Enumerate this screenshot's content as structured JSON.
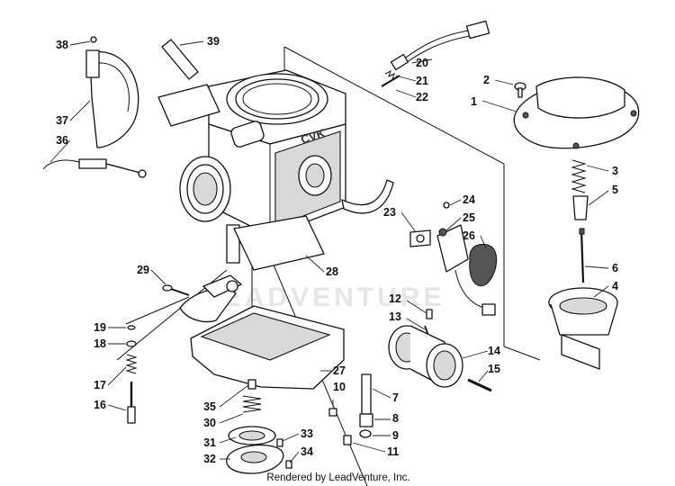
{
  "diagram": {
    "body_marking": "CVK",
    "watermark": "LEADVENTURE",
    "footer_credit": "Rendered by LeadVenture, Inc.",
    "callouts": [
      {
        "id": "c1",
        "label": "1"
      },
      {
        "id": "c2",
        "label": "2"
      },
      {
        "id": "c3",
        "label": "3"
      },
      {
        "id": "c4",
        "label": "4"
      },
      {
        "id": "c5",
        "label": "5"
      },
      {
        "id": "c6",
        "label": "6"
      },
      {
        "id": "c7",
        "label": "7"
      },
      {
        "id": "c8",
        "label": "8"
      },
      {
        "id": "c9",
        "label": "9"
      },
      {
        "id": "c10",
        "label": "10"
      },
      {
        "id": "c11",
        "label": "11"
      },
      {
        "id": "c12",
        "label": "12"
      },
      {
        "id": "c13",
        "label": "13"
      },
      {
        "id": "c14",
        "label": "14"
      },
      {
        "id": "c15",
        "label": "15"
      },
      {
        "id": "c16",
        "label": "16"
      },
      {
        "id": "c17",
        "label": "17"
      },
      {
        "id": "c18",
        "label": "18"
      },
      {
        "id": "c19",
        "label": "19"
      },
      {
        "id": "c20",
        "label": "20"
      },
      {
        "id": "c21",
        "label": "21"
      },
      {
        "id": "c22",
        "label": "22"
      },
      {
        "id": "c23",
        "label": "23"
      },
      {
        "id": "c24",
        "label": "24"
      },
      {
        "id": "c25",
        "label": "25"
      },
      {
        "id": "c26",
        "label": "26"
      },
      {
        "id": "c27",
        "label": "27"
      },
      {
        "id": "c28",
        "label": "28"
      },
      {
        "id": "c29",
        "label": "29"
      },
      {
        "id": "c30",
        "label": "30"
      },
      {
        "id": "c31",
        "label": "31"
      },
      {
        "id": "c32",
        "label": "32"
      },
      {
        "id": "c33",
        "label": "33"
      },
      {
        "id": "c34",
        "label": "34"
      },
      {
        "id": "c35",
        "label": "35"
      },
      {
        "id": "c36",
        "label": "36"
      },
      {
        "id": "c37",
        "label": "37"
      },
      {
        "id": "c38",
        "label": "38"
      },
      {
        "id": "c39",
        "label": "39"
      }
    ]
  }
}
